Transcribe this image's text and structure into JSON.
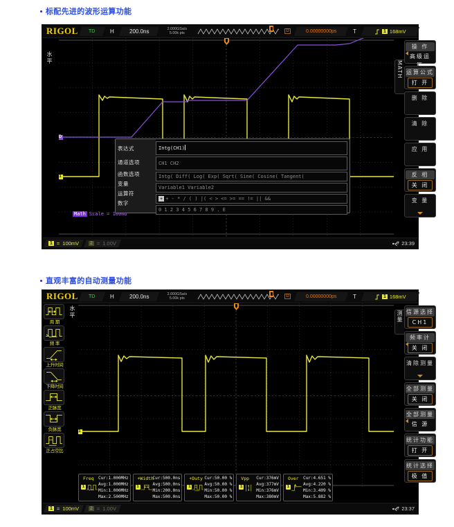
{
  "sections": [
    {
      "heading": "标配先进的波形运算功能"
    },
    {
      "heading": "直观丰富的自动测量功能"
    }
  ],
  "scope_common": {
    "brand": "RIGOL",
    "run_state": "TD",
    "horizontal_label": "H",
    "timebase": "200.0ns",
    "sample_rate": "2.000GSa/s",
    "mem_depth": "5.00k pts",
    "delay_icon": "D",
    "delay_value": "0.00000000ps",
    "trigger_label": "T",
    "trigger_edge_icon": "rising-edge-icon",
    "trigger_source": "1",
    "trigger_level": "168mV",
    "usb_icon": "usb-icon",
    "ch1_num": "1",
    "ch1_coupling": "=",
    "ch1_scale": "100mV",
    "ch2_num": "2",
    "ch2_coupling": "=",
    "ch2_scale": "1.00V"
  },
  "scope1": {
    "clock": "23:39",
    "menu_tab": "MATH",
    "left_label": "水平",
    "math_label_tag": "Math",
    "math_label_text": "Scale = 100mU",
    "menu": [
      {
        "title": "操 作",
        "value": "高级运算",
        "value_boxed": false,
        "has_left_arrow": true,
        "has_down_arrow": false,
        "title_bar": true
      },
      {
        "title": "运算公式",
        "value": "打 开",
        "value_boxed": true,
        "has_left_arrow": false,
        "has_down_arrow": false,
        "title_bar": true
      },
      {
        "title": "删 除",
        "value": "",
        "value_boxed": false,
        "has_left_arrow": false,
        "has_down_arrow": false,
        "title_bar": false
      },
      {
        "title": "清 除",
        "value": "",
        "value_boxed": false,
        "has_left_arrow": false,
        "has_down_arrow": false,
        "title_bar": false
      },
      {
        "title": "应 用",
        "value": "",
        "value_boxed": false,
        "has_left_arrow": false,
        "has_down_arrow": false,
        "title_bar": false
      },
      {
        "title": "反 相",
        "value": "关 闭",
        "value_boxed": true,
        "has_left_arrow": false,
        "has_down_arrow": false,
        "title_bar": true
      },
      {
        "title": "变 量",
        "value": "",
        "value_boxed": false,
        "has_left_arrow": false,
        "has_down_arrow": true,
        "title_bar": false
      }
    ],
    "dialog": {
      "rows": [
        {
          "label": "表达式",
          "value": "Intg(CH1)"
        },
        {
          "label": "通道选项",
          "value": "CH1  CH2"
        },
        {
          "label": "函数选项",
          "value": "Intg(  Diff(  Log(  Exp(  Sqrt(  Sine(  Cosine(  Tangent("
        },
        {
          "label": "变量",
          "value": "Variable1   Variable2"
        },
        {
          "label": "运算符",
          "value": "+  -  *  /  (  )  |(  <  >  <=  >=  ==  !=  ||  &&",
          "selected": "+"
        },
        {
          "label": "数字",
          "value": "0  1  2  3  4  5  6  7  8  9  .  E"
        }
      ]
    }
  },
  "scope2": {
    "clock": "23:37",
    "menu_tab": "测量",
    "left_label": "水平",
    "menu": [
      {
        "title": "信源选择",
        "value": "CH1",
        "value_boxed": true,
        "has_left_arrow": false,
        "has_down_arrow": false,
        "title_bar": true
      },
      {
        "title": "频率计",
        "value": "关 闭",
        "value_boxed": true,
        "has_left_arrow": true,
        "has_down_arrow": false,
        "title_bar": true
      },
      {
        "title": "清除测量",
        "value": "",
        "value_boxed": false,
        "has_left_arrow": false,
        "has_down_arrow": true,
        "title_bar": false
      },
      {
        "title": "全部测量",
        "value": "关 闭",
        "value_boxed": true,
        "has_left_arrow": false,
        "has_down_arrow": false,
        "title_bar": true
      },
      {
        "title": "全部测量",
        "value": "信 源",
        "value_boxed": false,
        "has_left_arrow": true,
        "has_down_arrow": false,
        "title_bar": true
      },
      {
        "title": "统计功能",
        "value": "打 开",
        "value_boxed": true,
        "has_left_arrow": false,
        "has_down_arrow": false,
        "title_bar": true
      },
      {
        "title": "统计选择",
        "value": "极 值",
        "value_boxed": true,
        "has_left_arrow": false,
        "has_down_arrow": false,
        "title_bar": true
      }
    ],
    "measure_icons": [
      {
        "name": "周 期",
        "icon": "period-icon"
      },
      {
        "name": "频 率",
        "icon": "frequency-icon"
      },
      {
        "name": "上升时间",
        "icon": "rise-time-icon"
      },
      {
        "name": "下降时间",
        "icon": "fall-time-icon"
      },
      {
        "name": "正脉宽",
        "icon": "positive-width-icon"
      },
      {
        "name": "负脉宽",
        "icon": "negative-width-icon"
      },
      {
        "name": "正占空比",
        "icon": "positive-duty-icon"
      }
    ],
    "stats": [
      {
        "name": "Freq",
        "icon": "frequency-icon",
        "ch": "1",
        "rows": [
          "Cur:1.000MHz",
          "Avg:1.000MHz",
          "Min:1.000MHz",
          "Max:2.500MHz"
        ]
      },
      {
        "name": "+Width",
        "icon": "positive-width-icon",
        "ch": "1",
        "rows": [
          "Cur:500.0ns",
          "Avg:500.0ns",
          "Min:200.0ns",
          "Max:500.0ns"
        ]
      },
      {
        "name": "+Duty",
        "icon": "positive-duty-icon",
        "ch": "1",
        "rows": [
          "Cur:50.00 %",
          "Avg:50.00 %",
          "Min:50.00 %",
          "Max:50.00 %"
        ]
      },
      {
        "name": "Vpp",
        "icon": "vpp-icon",
        "ch": "1",
        "rows": [
          "Cur:376mV",
          "Avg:377mV",
          "Min:376mV",
          "Max:380mV"
        ]
      },
      {
        "name": "Over",
        "icon": "overshoot-icon",
        "ch": "1",
        "rows": [
          "Cur:4.651 %",
          "Avg:4.220 %",
          "Min:3.409 %",
          "Max:5.882 %"
        ]
      }
    ]
  },
  "colors": {
    "ch1_yellow": "#e8e83a",
    "math_purple": "#8a4fe0",
    "brand_yellow": "#f5d400",
    "trigger_orange": "#e08a1e",
    "heading_blue": "#2f4fe0"
  }
}
